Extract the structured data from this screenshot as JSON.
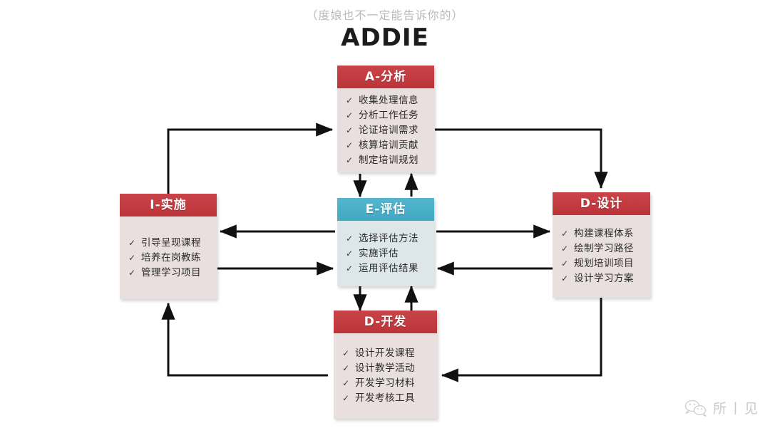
{
  "header": {
    "subtitle": "（度娘也不一定能告诉你的）",
    "title": "ADDIE"
  },
  "colors": {
    "red_header": "#c03a3f",
    "red_body": "#e9dfdf",
    "teal_header": "#3fa8c2",
    "teal_body": "#dde7ea",
    "arrow": "#111111",
    "title_text": "#1c1c1c",
    "subtitle_text": "#b9b9b9"
  },
  "nodes": {
    "analysis": {
      "title": "A-分析",
      "accent": "#c03a3f",
      "items": [
        "收集处理信息",
        "分析工作任务",
        "论证培训需求",
        "核算培训贡献",
        "制定培训规划"
      ]
    },
    "implement": {
      "title": "I-实施",
      "accent": "#c03a3f",
      "items": [
        "引导呈现课程",
        "培养在岗教练",
        "管理学习项目"
      ]
    },
    "evaluate": {
      "title": "E-评估",
      "accent": "#3fa8c2",
      "items": [
        "选择评估方法",
        "实施评估",
        "运用评估结果"
      ]
    },
    "design": {
      "title": "D-设计",
      "accent": "#c03a3f",
      "items": [
        "构建课程体系",
        "绘制学习路径",
        "规划培训项目",
        "设计学习方案"
      ]
    },
    "develop": {
      "title": "D-开发",
      "accent": "#c03a3f",
      "items": [
        "设计开发课程",
        "设计教学活动",
        "开发学习材料",
        "开发考核工具"
      ]
    }
  },
  "icons": {
    "check": "✓"
  },
  "watermark": {
    "text": "所丨见",
    "icon": "wechat-icon"
  }
}
